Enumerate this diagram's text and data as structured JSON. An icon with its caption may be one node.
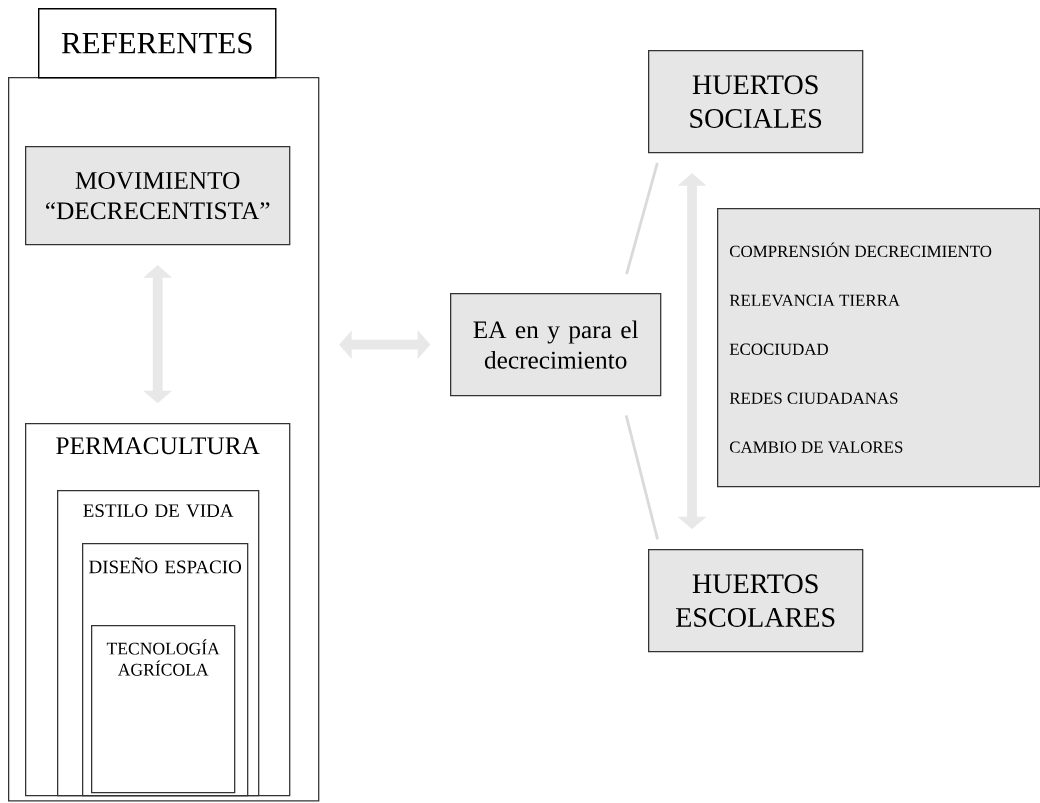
{
  "diagram": {
    "nodes": [
      {
        "text": [
          "REFERENTES"
        ]
      },
      {
        "text": [
          "MOVIMIENTO “DECRECENTISTA”"
        ],
        "in": 0
      },
      {
        "text": [
          "PERMACULTURA"
        ],
        "in": 0
      },
      {
        "text": [
          "ESTILO DE VIDA"
        ],
        "in": 2
      },
      {
        "text": [
          "DISEÑO ESPACIO"
        ],
        "in": 3
      },
      {
        "text": [
          "TECNOLOGÍA AGRÍCOLA"
        ],
        "in": 4
      },
      {
        "text": [
          "EA en y para el decrecimiento"
        ]
      },
      {
        "text": [
          "HUERTOS SOCIALES"
        ]
      },
      {
        "text": [
          "COMPRENSIÓN DECRECIMIENTO",
          "RELEVANCIA TIERRA",
          "ECOCIUDAD",
          "REDES CIUDADANAS",
          "CAMBIO DE VALORES"
        ]
      },
      {
        "text": [
          "HUERTOS ESCOLARES"
        ]
      }
    ],
    "edges": [
      {
        "from": 1,
        "to": 2,
        "arrow": "both"
      },
      {
        "from": 0,
        "to": 6,
        "arrow": "both"
      },
      {
        "from": 6,
        "to": 7,
        "arrow": "none"
      },
      {
        "from": 6,
        "to": 9,
        "arrow": "none"
      },
      {
        "from": 7,
        "to": 9,
        "arrow": "both"
      }
    ]
  }
}
